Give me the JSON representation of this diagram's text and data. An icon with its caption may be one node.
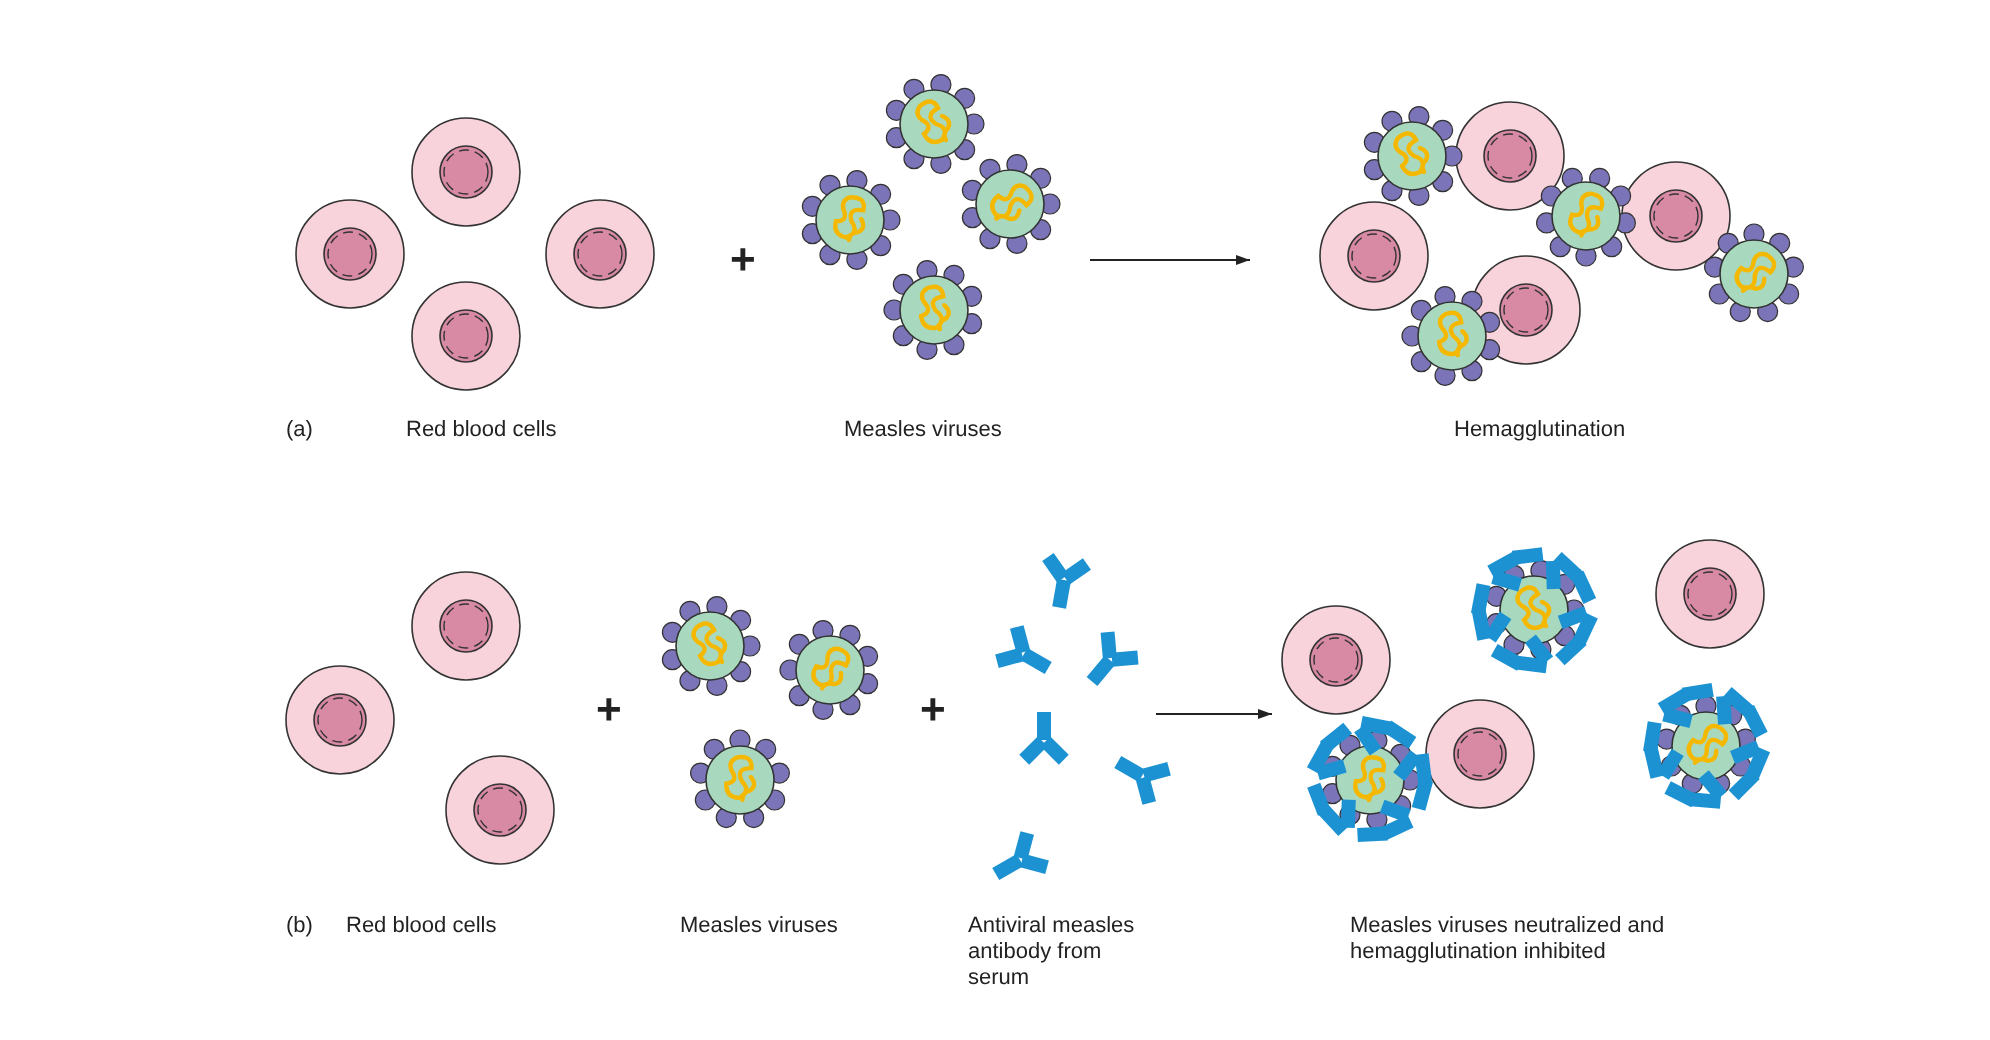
{
  "diagram": {
    "nodes": [
      {
        "text": [
          "Red blood cells"
        ]
      },
      {
        "text": [
          "Measles viruses"
        ]
      },
      {
        "text": [
          "Hemagglutination"
        ]
      },
      {
        "text": [
          "Red blood cells"
        ]
      },
      {
        "text": [
          "Measles viruses"
        ]
      },
      {
        "text": [
          "Antiviral  measles antibody from serum"
        ]
      },
      {
        "text": [
          "Measles viruses neutralized and hemagglutination inhibited"
        ]
      }
    ],
    "edges": [
      {
        "from": 1,
        "to": 2,
        "arrow": "to"
      },
      {
        "from": 5,
        "to": 6,
        "arrow": "to"
      }
    ],
    "labels": [
      "+",
      "(a)",
      "(b)",
      "+",
      "+"
    ]
  }
}
